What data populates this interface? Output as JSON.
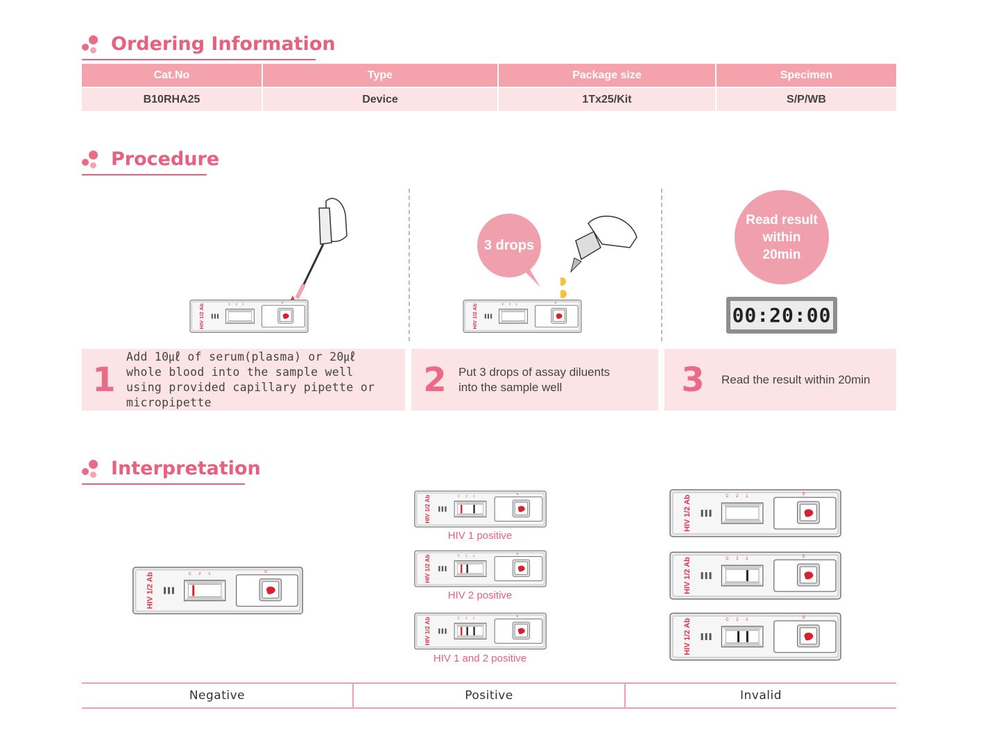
{
  "ordering": {
    "title": "Ordering Information",
    "headers": [
      "Cat.No",
      "Type",
      "Package size",
      "Specimen"
    ],
    "row": [
      "B10RHA25",
      "Device",
      "1Tx25/Kit",
      "S/P/WB"
    ]
  },
  "procedure": {
    "title": "Procedure",
    "bubble_drops": "3 drops",
    "bubble_read": "Read result within 20min",
    "timer": "00:20:00",
    "steps": [
      {
        "num": "1",
        "text": "Add 10㎕ of serum(plasma) or 20㎕ whole blood into the sample well using provided capillary pipette or micropipette"
      },
      {
        "num": "2",
        "text": "Put 3 drops of assay diluents into the sample well"
      },
      {
        "num": "3",
        "text": "Read the result within 20min"
      }
    ]
  },
  "interpretation": {
    "title": "Interpretation",
    "device_label": "HIV 1/2 Ab",
    "captions": [
      "HIV 1 positive",
      "HIV 2 positive",
      "HIV 1 and 2 positive"
    ],
    "columns": [
      "Negative",
      "Positive",
      "Invalid"
    ]
  },
  "colors": {
    "accent": "#e8607f",
    "header_bg": "#f4a2ac",
    "row_bg": "#fbe3e6"
  }
}
